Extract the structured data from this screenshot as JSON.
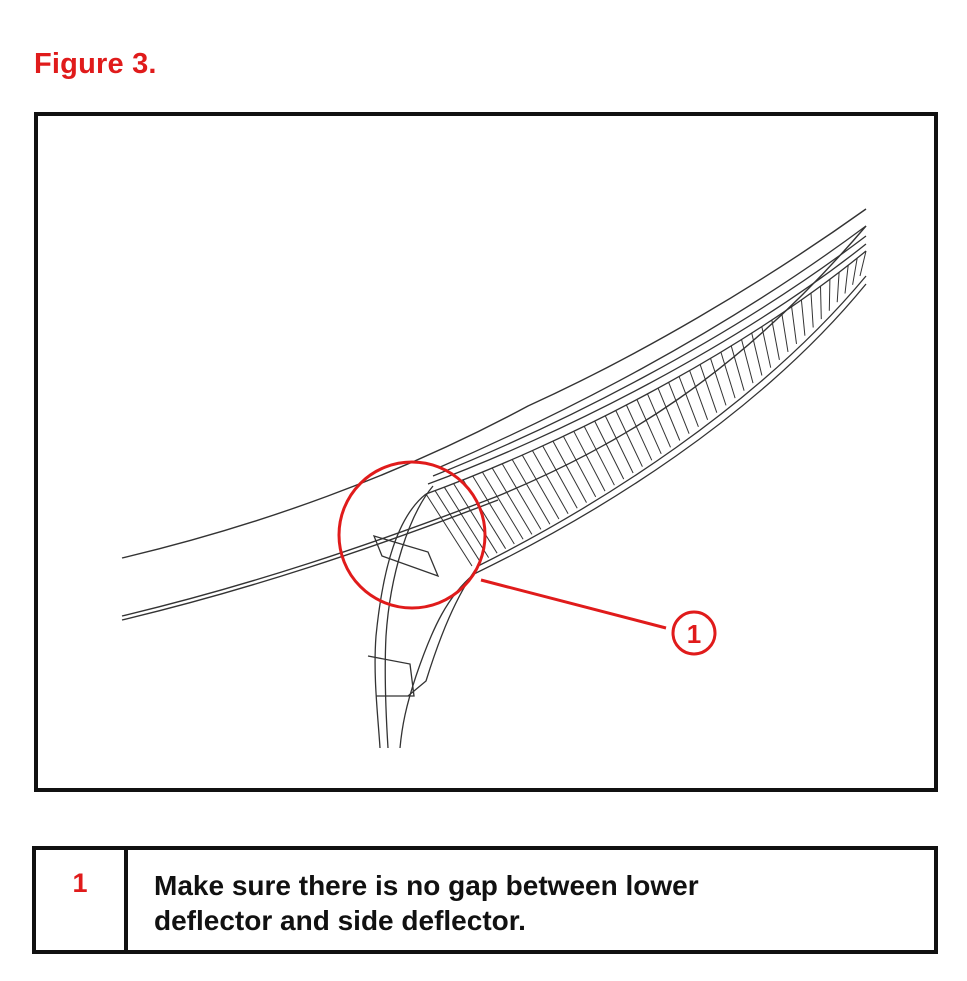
{
  "figure": {
    "title": "Figure 3.",
    "callout_number": "1",
    "accent_color": "#e01b1b",
    "line_color": "#333333"
  },
  "legend": {
    "rows": [
      {
        "number": "1",
        "text_line_1": "Make sure there is no gap between lower",
        "text_line_2": "deflector and side deflector."
      }
    ]
  }
}
